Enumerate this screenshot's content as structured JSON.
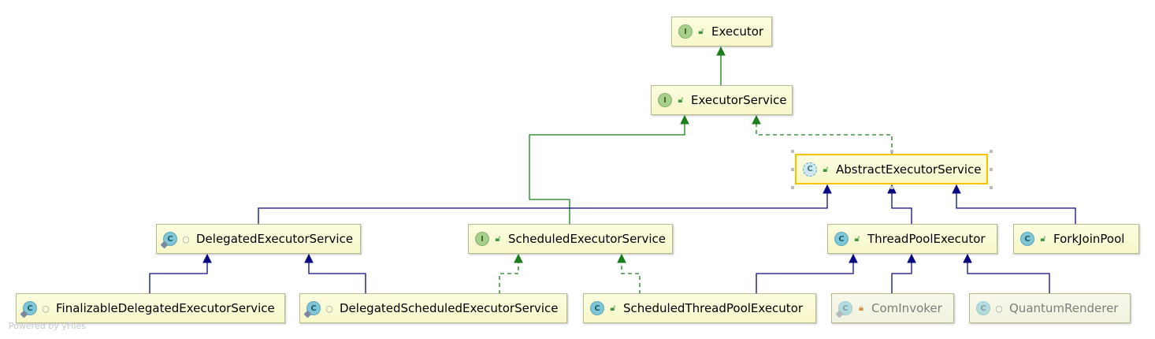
{
  "diagram": {
    "nodes": {
      "executor": {
        "label": "Executor",
        "kind": "I",
        "visibility": "public"
      },
      "executor_service": {
        "label": "ExecutorService",
        "kind": "I",
        "visibility": "public"
      },
      "abstract_executor_service": {
        "label": "AbstractExecutorService",
        "kind": "C",
        "visibility": "public",
        "abstract": true,
        "selected": true
      },
      "delegated_executor_service": {
        "label": "DelegatedExecutorService",
        "kind": "C",
        "visibility": "package",
        "static": true
      },
      "scheduled_executor_service": {
        "label": "ScheduledExecutorService",
        "kind": "I",
        "visibility": "public"
      },
      "thread_pool_executor": {
        "label": "ThreadPoolExecutor",
        "kind": "C",
        "visibility": "public"
      },
      "fork_join_pool": {
        "label": "ForkJoinPool",
        "kind": "C",
        "visibility": "public"
      },
      "finalizable_delegated_executor_service": {
        "label": "FinalizableDelegatedExecutorService",
        "kind": "C",
        "visibility": "package",
        "static": true
      },
      "delegated_scheduled_executor_service": {
        "label": "DelegatedScheduledExecutorService",
        "kind": "C",
        "visibility": "package",
        "static": true
      },
      "scheduled_thread_pool_executor": {
        "label": "ScheduledThreadPoolExecutor",
        "kind": "C",
        "visibility": "public"
      },
      "com_invoker": {
        "label": "ComInvoker",
        "kind": "C",
        "visibility": "private",
        "static": true,
        "muted": true
      },
      "quantum_renderer": {
        "label": "QuantumRenderer",
        "kind": "C",
        "visibility": "package",
        "muted": true
      }
    },
    "colors": {
      "extends_interface": "#1a7f1a",
      "extends_class": "#0a0a80",
      "node_fill": "#f7f7c9",
      "selection": "#f5c400"
    },
    "watermark": "Powered by yFiles"
  }
}
